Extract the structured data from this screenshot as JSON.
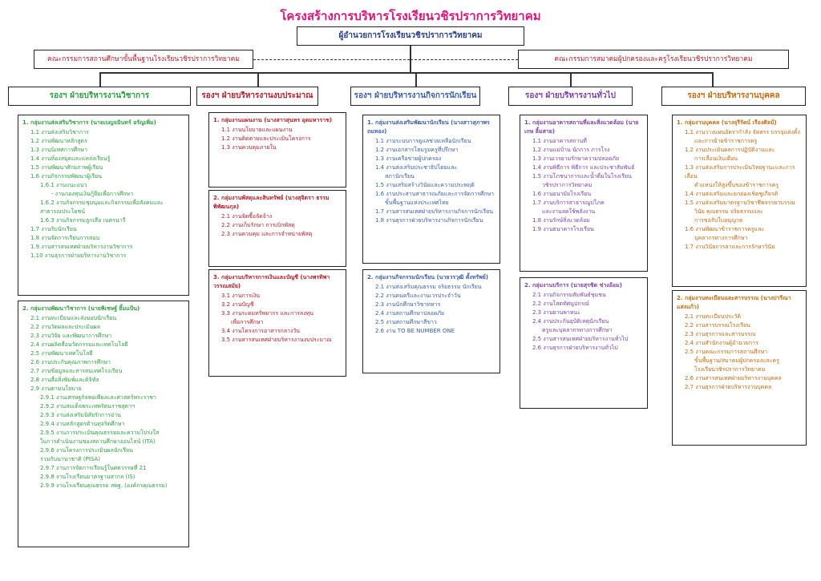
{
  "title": "โครงสร้างการบริหารโรงเรียนวชิรปราการวิทยาคม",
  "director": "ผู้อำนวยการโรงเรียนวชิรปราการวิทยาคม",
  "left_committee": "คณะกรรมการสถานศึกษาขั้นพื้นฐานโรงเรียนวชิรปราการวิทยาคม",
  "right_committee": "คณะกรรมการสมาคมผู้ปกครองและครูโรงเรียนวชิรปราการวิทยาคม",
  "colors": {
    "title": "#d6177e",
    "academic": "#2e9e3e",
    "budget": "#b21e2a",
    "student": "#3a5fa6",
    "general": "#7b3fa6",
    "personnel": "#c26a10"
  },
  "columns": [
    {
      "header": "รองฯ ฝ่ายบริหารงานวิชาการ",
      "color": "#2e9e3e",
      "sections": [
        {
          "group": "1. กลุ่มงานส่งเสริมวิชาการ (นายเบญจมินทร์ อรัญเพิ่ม)",
          "items": [
            "1.1 งานส่งเสริมวิชาการ",
            "1.2 งานพัฒนาหลักสูตร",
            "1.3 งานนิเทศการศึกษา",
            "1.4 งานห้องสมุดและแหล่งเรียนรู้",
            "1.5 งานพัฒนาศักยภาพผู้เรียน",
            "1.6 งานกิจกรรมพัฒนาผู้เรียน",
            "1.6.1 งานแนะแนว",
            "- งานกองทุนเงินกู้ยืมเพื่อการศึกษา",
            "1.6.2 งานกิจกรรมชุมนุมและกิจกรรมเพื่อสังคมและ",
            "สาธารณประโยชน์",
            "1.6.3 งานกิจกรรมลูกเสือ เนตรนารี",
            "1.7 งานรับนักเรียน",
            "1.8 งานจัดการเรียนการสอน",
            "1.9 งานสารสนเทศฝ่ายบริหารงานวิชาการ",
            "1.10 งานธุรการฝ่ายบริหารงานวิชาการ"
          ]
        },
        {
          "group": "2. กลุ่มงานพัฒนาวิชาการ (นายพิเชษฐ์ ยิ้มแป้น)",
          "items": [
            "2.1 งานทะเบียนและส่งมอบนักเรียน",
            "2.2 งานวัดผลและประเมินผล",
            "2.3 งานวิจัย และพัฒนาการศึกษา",
            "2.4 งานผลิตสื่อนวัตกรรมและเทคโนโลยี",
            "2.5 งานพัฒนาเทคโนโลยี",
            "2.6 งานประกันคุณภาพการศึกษา",
            "2.7 งานข้อมูลและสารสนเทศโรงเรียน",
            "2.8 งานสื่อสิ่งพิมพ์และดิจิทัล",
            "2.9 งานตามนโยบาย",
            "2.9.1 งานเศรษฐกิจพอเพียงและศาสตร์พระราชา",
            "2.9.2 งานสมเด็จพระเทพรัตนราชสุดาฯ",
            "2.9.3 งานส่งเสริมนิสัยรักการอ่าน",
            "2.9.4 งานหลักสูตรต้านทุจริตศึกษา",
            "2.9.5 งานการประเมินคุณธรรมและความโปร่งใส",
            "ในการดำเนินงานของสถานศึกษาออนไลน์ (ITA)",
            "2.9.6 งานโครงการประเมินผลนักเรียน",
            "ร่วมกับนานาชาติ (PISA)",
            "2.9.7 งานการจัดการเรียนรู้ในศตวรรษที่ 21",
            "2.9.8 งานโรงเรียนมาตรฐานสากล (IS)",
            "2.9.9 งานโรงเรียนคุณธรรม สพฐ. (องค์กรคุณธรรม)"
          ]
        }
      ]
    },
    {
      "header": "รองฯ ฝ่ายบริหารงานงบประมาณ",
      "color": "#b21e2a",
      "sections": [
        {
          "group": "1. กลุ่มงานแผนงาน (นางสาวสุนทร อุดมหาราช)",
          "items": [
            "1.1 งานนโยบายและแผนงาน",
            "1.2 งานติดตามและประเมินโครงการ",
            "1.3 งานควบคุมภายใน"
          ]
        },
        {
          "group": "2. กลุ่มงานพัสดุและสินทรัพย์ (นางสุจิตรา ธรรมพิพัฒนกุล)",
          "items": [
            "2.1 งานจัดซื้อจัดจ้าง",
            "2.2 งานเก็บรักษา การเบิกพัสดุ",
            "2.3 งานควบคุม และการจำหน่ายพัสดุ"
          ]
        },
        {
          "group": "3. กลุ่มงานบริหารการเงินและบัญชี (นางพรทิพา วรรณสมัย)",
          "items": [
            "3.1 งานการเงิน",
            "3.2 งานบัญชี",
            "3.3 งานระดมทรัพยากร และการลงทุน",
            "เพื่อการศึกษา",
            "3.4 งานโครงการอาหารกลางวัน",
            "3.5 งานสารสนเทศฝ่ายบริหารงานงบประมาณ"
          ]
        }
      ]
    },
    {
      "header": "รองฯ ฝ่ายบริหารงานกิจการนักเรียน",
      "color": "#3a5fa6",
      "sections": [
        {
          "group": "1. กลุ่มงานส่งเสริมพัฒนานักเรียน (นางสาวสุภาพร ถมทอง)",
          "items": [
            "1.1 งานระบบการดูแลช่วยเหลือนักเรียน",
            "1.2 งานเอกสารโฮมรูมครูที่ปรึกษา",
            "1.3 งานเครือข่ายผู้ปกครอง",
            "1.4 งานส่งเสริมประชาธิปไตยและ",
            "สภานักเรียน",
            "1.5 งานเสริมสร้างวินัยและความประพฤติ",
            "1.6 งานประสานสาธารณภัยและการจัดการศึกษา",
            "ขั้นพื้นฐานแห่งประเทศไทย",
            "1.7 งานสารสนเทศฝ่ายบริหารงานกิจการนักเรียน",
            "1.8 งานธุรการฝ่ายบริหารงานกิจการนักเรียน"
          ]
        },
        {
          "group": "2. กลุ่มงานกิจกรรมนักเรียน (นายวรวุฒิ ตั้งทรัพย์)",
          "items": [
            "2.1 งานส่งเสริมคุณธรรม จริยธรรม นักเรียน",
            "2.2 งานดนตรีและงานเวรประจำวัน",
            "2.3 งานนักศึกษาวิชาทหาร",
            "2.4 งานสถานศึกษาปลอดภัย",
            "2.5 งานสถานศึกษาสีขาว",
            "2.6 งาน TO BE NUMBER ONE"
          ]
        }
      ]
    },
    {
      "header": "รองฯ ฝ่ายบริหารงานทั่วไป",
      "color": "#7b3fa6",
      "sections": [
        {
          "group": "1. กลุ่มงานอาคารสถานที่และสิ่งแวดล้อม (นายเกษ ลิ้มสาย)",
          "items": [
            "1.1 งานอาคารสถานที่",
            "1.2 งานแม่บ้าน นักการ ภารโรง",
            "1.3 งานเวรยามรักษาความปลอดภัย",
            "1.4 งานพิธีการ พิธีการ และประชาสัมพันธ์",
            "1.5 งานโภชนาการและน้ำดื่มในโรงเรียน",
            "วชิรปราการวิทยาคม",
            "1.6 งานอนามัยโรงเรียน",
            "1.7 งานบริการสาธารณูปโภค",
            "และงานลดใช้พลังงาน",
            "1.8 งานรักษ์สิ่งแวดล้อม",
            "1.9 งานธนาคารโรงเรียน"
          ]
        },
        {
          "group": "2. กลุ่มงานบริการ (นายสุรชิต ช่างอ้อม)",
          "items": [
            "2.1 งานกิจกรรมสัมพันธ์ชุมชน",
            "2.2 งานโสตทัศนูปกรณ์",
            "2.3 งานยานพาหนะ",
            "2.4 งานประกันอุบัติเหตุนักเรียน",
            "ครูและบุคลากรทางการศึกษา",
            "2.5 งานสารสนเทศฝ่ายบริหารงานทั่วไป",
            "2.6 งานธุรการฝ่ายบริหารงานทั่วไป"
          ]
        }
      ]
    },
    {
      "header": "รองฯ ฝ่ายบริหารงานบุคคล",
      "color": "#c26a10",
      "sections": [
        {
          "group": "1. กลุ่มงานบุคคล (นางจุรีรัตน์ เรืองศิลป์)",
          "items": [
            "1.1 งานวางแผนอัตรากำลัง จัดสรร บรรจุแต่งตั้ง",
            "และการย้ายข้าราชการครู",
            "1.2 งานประเมินผลการปฏิบัติงานและ",
            "การเลื่อนเงินเดือน",
            "1.3 งานส่งเสริมการประเมินวิทยฐานะและการเลื่อน",
            "ตำแหน่งให้สูงขึ้นของข้าราชการครู",
            "1.4 งานส่งเสริมและยกย่องเชิดชูเกียรติ",
            "1.5 งานส่งเสริมมาตรฐานวิชาชีพจรรยาบรรณ",
            "วินัย คุณธรรม จริยธรรมและ",
            "การขอรับใบอนุญาต",
            "1.6 งานพัฒนาข้าราชการครูและ",
            "บุคลากรทางการศึกษา",
            "1.7 งานวินัยการลาและการรักษาวินัย"
          ]
        },
        {
          "group": "2. กลุ่มงานทะเบียนและสารบรรณ (นางปารีณา แสงแก้ว)",
          "items": [
            "2.1 งานทะเบียนประวัติ",
            "2.2 งานสารบรรณโรงเรียน",
            "2.3 งานธุรการและสารบรรณ",
            "2.4 งานสำนักงานผู้อำนวยการ",
            "2.5 งานคณะกรรมการสถานศึกษา",
            "ขั้นพื้นฐาน/สมาคมผู้ปกครองและครู",
            "โรงเรียนวชิรปราการวิทยาคม",
            "2.6 งานสารสนเทศฝ่ายบริหารงานบุคคล",
            "2.7 งานธุรการฝ่ายบริหารงานบุคคล"
          ]
        }
      ]
    }
  ]
}
